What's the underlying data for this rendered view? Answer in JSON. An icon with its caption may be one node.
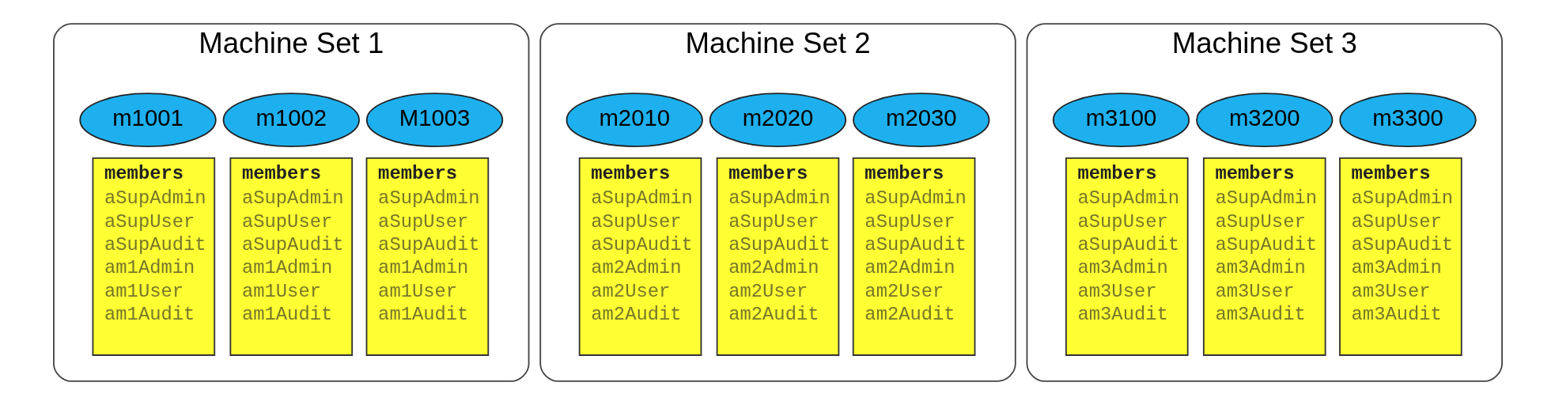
{
  "diagram": {
    "nodes": [
      {
        "text": [
          "Machine Set 1"
        ]
      },
      {
        "text": [
          "m1001"
        ],
        "in": 0
      },
      {
        "text": [
          "m1002"
        ],
        "in": 0
      },
      {
        "text": [
          "M1003"
        ],
        "in": 0
      },
      {
        "text": [
          "members",
          "aSupAdmin",
          "aSupUser",
          "aSupAudit",
          "am1Admin",
          "am1User",
          "am1Audit"
        ],
        "in": 0
      },
      {
        "text": [
          "members",
          "aSupAdmin",
          "aSupUser",
          "aSupAudit",
          "am1Admin",
          "am1User",
          "am1Audit"
        ],
        "in": 0
      },
      {
        "text": [
          "members",
          "aSupAdmin",
          "aSupUser",
          "aSupAudit",
          "am1Admin",
          "am1User",
          "am1Audit"
        ],
        "in": 0
      },
      {
        "text": [
          "Machine Set 2"
        ]
      },
      {
        "text": [
          "m2010"
        ],
        "in": 7
      },
      {
        "text": [
          "m2020"
        ],
        "in": 7
      },
      {
        "text": [
          "m2030"
        ],
        "in": 7
      },
      {
        "text": [
          "members",
          "aSupAdmin",
          "aSupUser",
          "aSupAudit",
          "am2Admin",
          "am2User",
          "am2Audit"
        ],
        "in": 7
      },
      {
        "text": [
          "members",
          "aSupAdmin",
          "aSupUser",
          "aSupAudit",
          "am2Admin",
          "am2User",
          "am2Audit"
        ],
        "in": 7
      },
      {
        "text": [
          "members",
          "aSupAdmin",
          "aSupUser",
          "aSupAudit",
          "am2Admin",
          "am2User",
          "am2Audit"
        ],
        "in": 7
      },
      {
        "text": [
          "Machine Set 3"
        ]
      },
      {
        "text": [
          "m3100"
        ],
        "in": 14
      },
      {
        "text": [
          "m3200"
        ],
        "in": 14
      },
      {
        "text": [
          "m3300"
        ],
        "in": 14
      },
      {
        "text": [
          "members",
          "aSupAdmin",
          "aSupUser",
          "aSupAudit",
          "am3Admin",
          "am3User",
          "am3Audit"
        ],
        "in": 14
      },
      {
        "text": [
          "members",
          "aSupAdmin",
          "aSupUser",
          "aSupAudit",
          "am3Admin",
          "am3User",
          "am3Audit"
        ],
        "in": 14
      },
      {
        "text": [
          "members",
          "aSupAdmin",
          "aSupUser",
          "aSupAudit",
          "am3Admin",
          "am3User",
          "am3Audit"
        ],
        "in": 14
      }
    ],
    "edges": []
  }
}
